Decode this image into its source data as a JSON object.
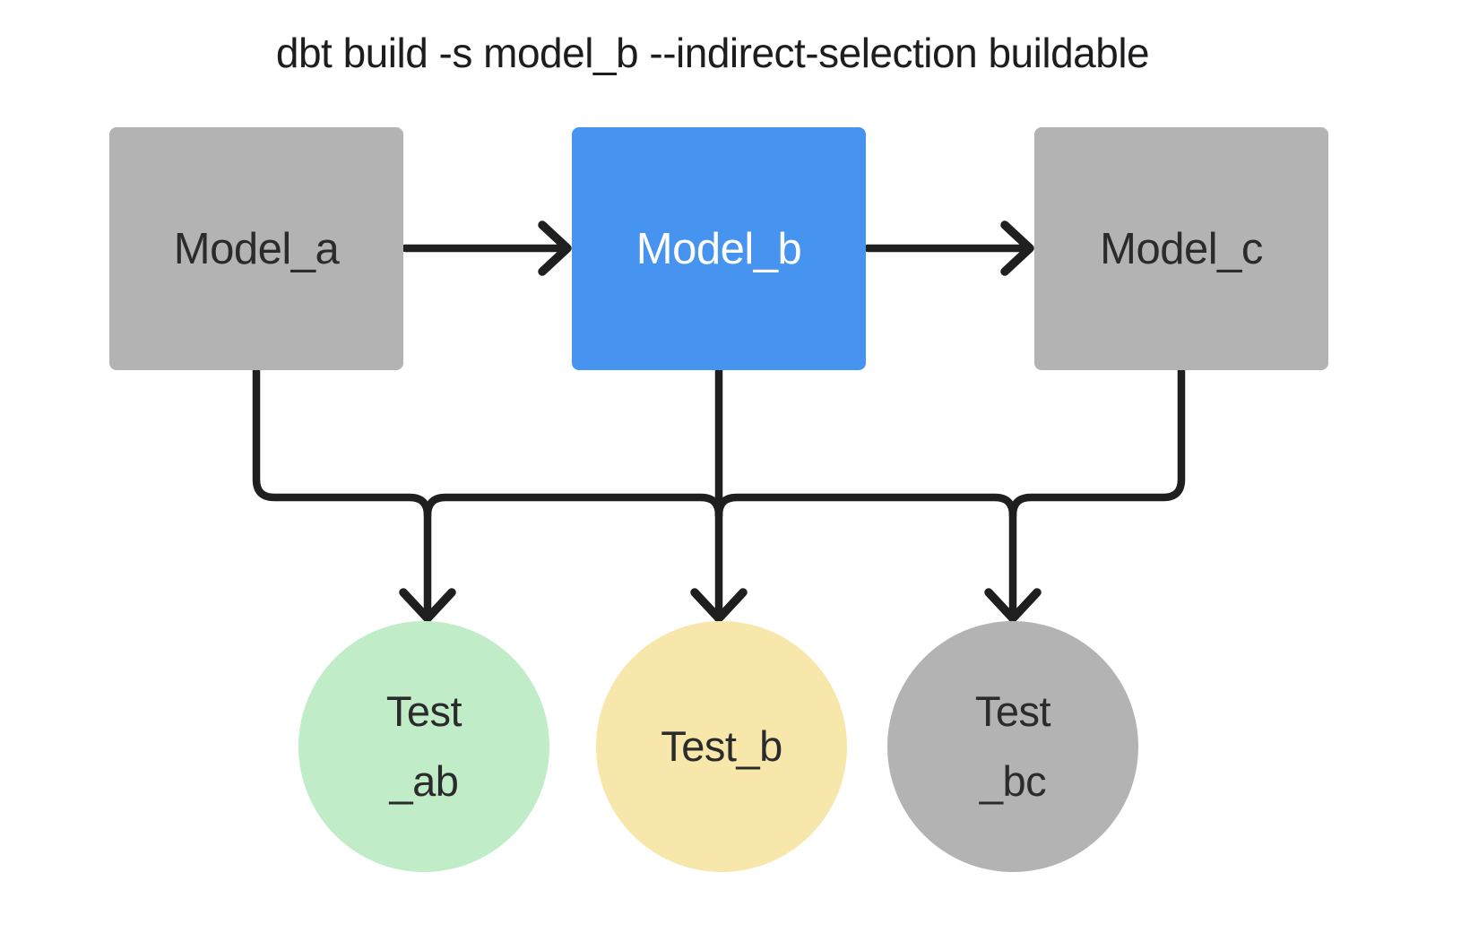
{
  "title": "dbt build -s model_b --indirect-selection buildable",
  "colors": {
    "selected_model_fill": "#4793F0",
    "unselected_node_fill": "#B3B3B3",
    "buildable_test_fill": "#C0EDC8",
    "direct_test_fill": "#F8E7AA",
    "edge_stroke": "#1F1F1F",
    "title_text": "#1D1D1F",
    "dark_label_text": "#2B2B2B",
    "light_label_text": "#FFFFFF"
  },
  "diagram": {
    "models": [
      {
        "id": "model_a",
        "label": "Model_a",
        "variant": "gray"
      },
      {
        "id": "model_b",
        "label": "Model_b",
        "variant": "blue"
      },
      {
        "id": "model_c",
        "label": "Model_c",
        "variant": "gray"
      }
    ],
    "tests": [
      {
        "id": "test_ab",
        "label_lines": [
          "Test",
          "_ab"
        ],
        "variant": "green"
      },
      {
        "id": "test_b",
        "label_lines": [
          "Test_b"
        ],
        "variant": "yellow"
      },
      {
        "id": "test_bc",
        "label_lines": [
          "Test",
          "_bc"
        ],
        "variant": "gray"
      }
    ],
    "edges": [
      {
        "from": "model_a",
        "to": "model_b"
      },
      {
        "from": "model_b",
        "to": "model_c"
      },
      {
        "from": "model_a",
        "to": "test_ab"
      },
      {
        "from": "model_b",
        "to": "test_ab"
      },
      {
        "from": "model_b",
        "to": "test_b"
      },
      {
        "from": "model_b",
        "to": "test_bc"
      },
      {
        "from": "model_c",
        "to": "test_bc"
      }
    ]
  }
}
